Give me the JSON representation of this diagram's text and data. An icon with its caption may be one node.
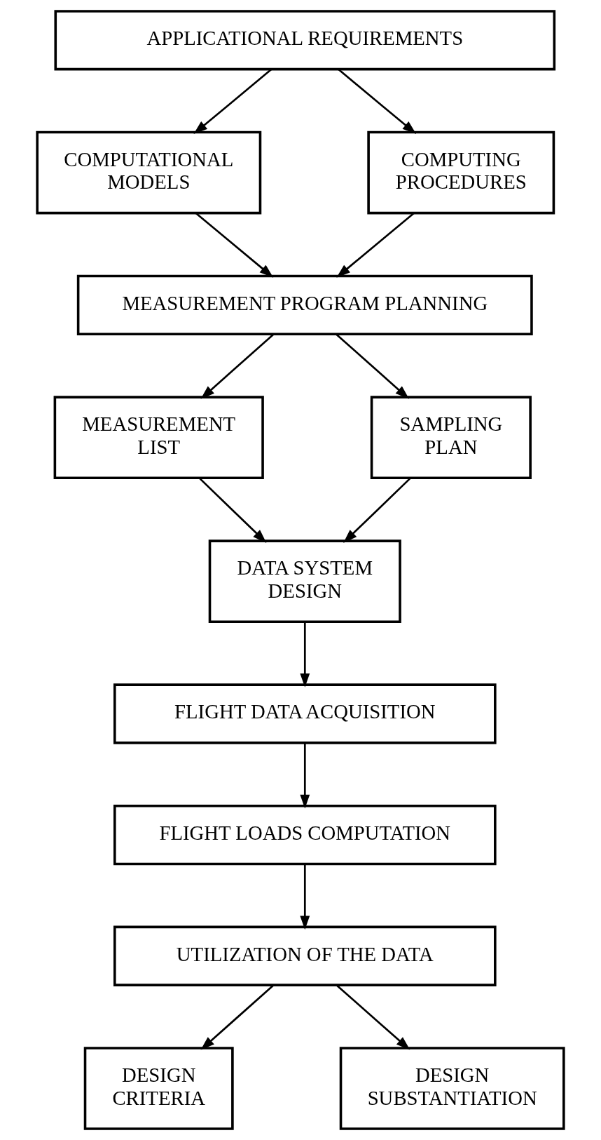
{
  "diagram": {
    "nodes": [
      {
        "text": [
          "APPLICATIONAL REQUIREMENTS"
        ]
      },
      {
        "text": [
          "COMPUTATIONAL MODELS"
        ]
      },
      {
        "text": [
          "COMPUTING PROCEDURES"
        ]
      },
      {
        "text": [
          "MEASUREMENT PROGRAM PLANNING"
        ]
      },
      {
        "text": [
          "MEASUREMENT LIST"
        ]
      },
      {
        "text": [
          "SAMPLING PLAN"
        ]
      },
      {
        "text": [
          "DATA SYSTEM DESIGN"
        ]
      },
      {
        "text": [
          "FLIGHT DATA ACQUISITION"
        ]
      },
      {
        "text": [
          "FLIGHT LOADS COMPUTATION"
        ]
      },
      {
        "text": [
          "UTILIZATION OF THE DATA"
        ]
      },
      {
        "text": [
          "DESIGN CRITERIA"
        ]
      },
      {
        "text": [
          "DESIGN SUBSTANTIATION"
        ]
      }
    ],
    "edges": [
      {
        "from": 0,
        "to": 1,
        "arrow": "to"
      },
      {
        "from": 0,
        "to": 2,
        "arrow": "to"
      },
      {
        "from": 1,
        "to": 3,
        "arrow": "to"
      },
      {
        "from": 2,
        "to": 3,
        "arrow": "to"
      },
      {
        "from": 3,
        "to": 4,
        "arrow": "to"
      },
      {
        "from": 3,
        "to": 5,
        "arrow": "to"
      },
      {
        "from": 4,
        "to": 6,
        "arrow": "to"
      },
      {
        "from": 5,
        "to": 6,
        "arrow": "to"
      },
      {
        "from": 6,
        "to": 7,
        "arrow": "to"
      },
      {
        "from": 7,
        "to": 8,
        "arrow": "to"
      },
      {
        "from": 8,
        "to": 9,
        "arrow": "to"
      },
      {
        "from": 9,
        "to": 10,
        "arrow": "to"
      },
      {
        "from": 9,
        "to": 11,
        "arrow": "to"
      }
    ]
  }
}
